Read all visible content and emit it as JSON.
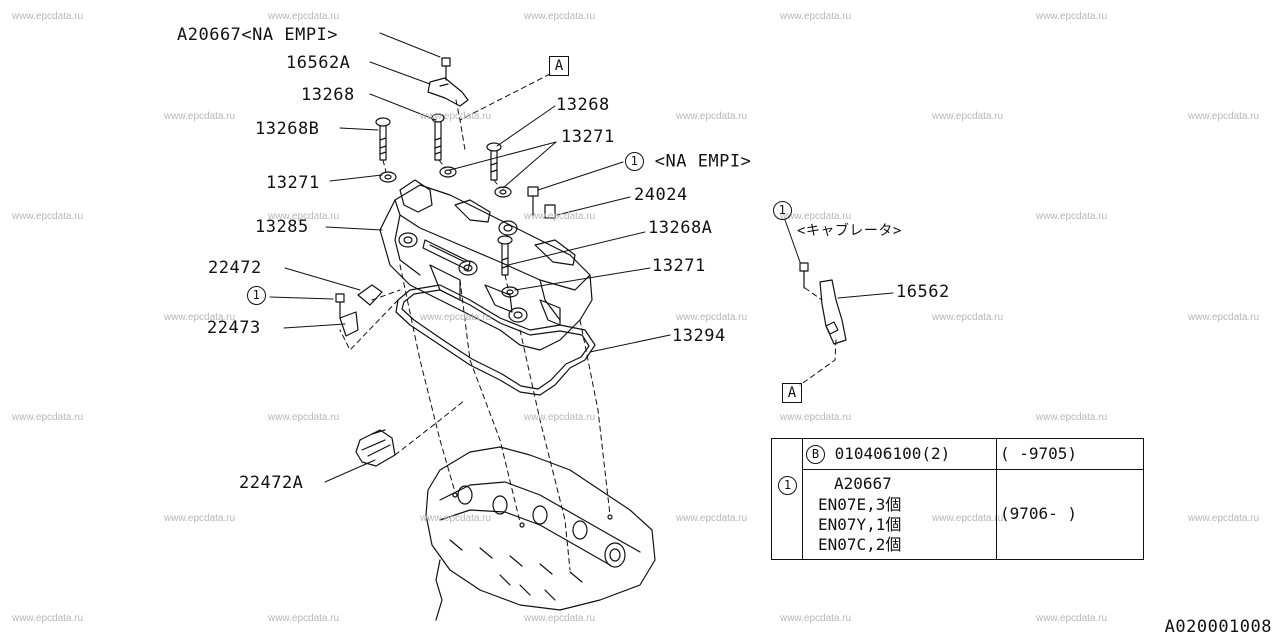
{
  "watermark": "www.epcdata.ru",
  "labels": {
    "a20667_na_empi": "A20667<NA EMPI>",
    "p16562a": "16562A",
    "p13268_left": "13268",
    "p13268b": "13268B",
    "p13271_left": "13271",
    "p13285": "13285",
    "p22472": "22472",
    "p22473": "22473",
    "p22472a": "22472A",
    "p13268_right": "13268",
    "p13271_right_top": "13271",
    "na_empi": "<NA EMPI>",
    "p24024": "24024",
    "p13268a": "13268A",
    "p13271_right_low": "13271",
    "p13294": "13294",
    "carb": "<キャブレータ>",
    "p16562": "16562",
    "ref_circle": "1",
    "view_a": "A"
  },
  "table": {
    "bolt_marker": "B",
    "part_no": "010406100(2)",
    "range_1": "(     -9705)",
    "row_marker": "1",
    "line_1": "A20667",
    "line_2": "EN07E,3個",
    "line_3": "EN07Y,1個",
    "line_4": "EN07C,2個",
    "range_2": "(9706-     )"
  },
  "diagram_code": "A020001008",
  "colors": {
    "ink": "#111111",
    "watermark": "#b7b7b7",
    "background": "#ffffff"
  }
}
